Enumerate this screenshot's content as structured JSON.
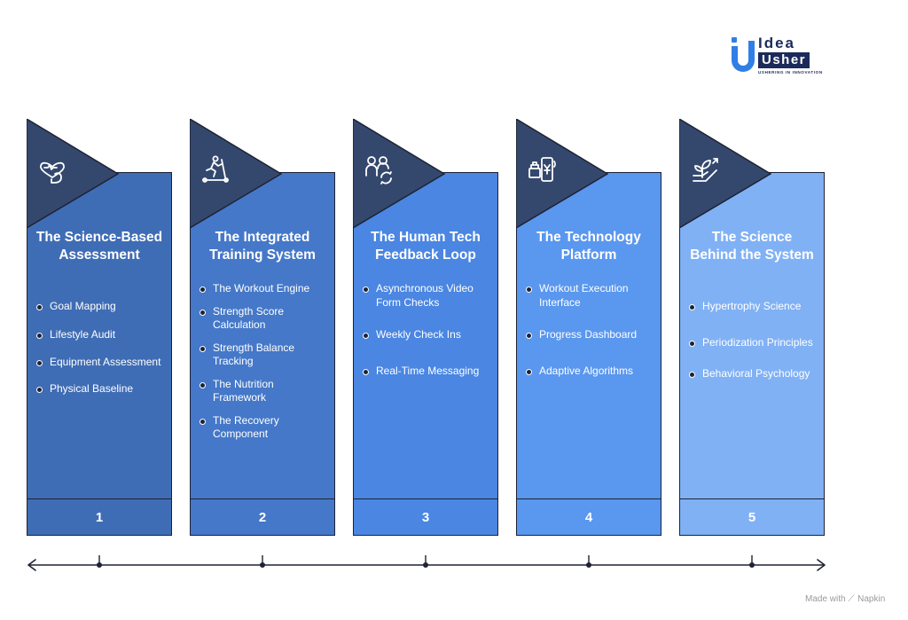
{
  "logo": {
    "top_text": "Idea",
    "bottom_text": "Usher",
    "tagline": "USHERING IN INNOVATION",
    "colors": {
      "navy": "#1b2a5a",
      "accent": "#2f7fe6"
    }
  },
  "cards": [
    {
      "number": "1",
      "title": "The Science-Based Assessment",
      "icon": "heart-flex-icon",
      "color": "#3f6db5",
      "items": [
        "Goal Mapping",
        "Lifestyle Audit",
        "Equipment Assessment",
        "Physical Baseline"
      ]
    },
    {
      "number": "2",
      "title": "The Integrated Training System",
      "icon": "treadmill-icon",
      "color": "#4578c8",
      "items": [
        "The Workout Engine",
        "Strength Score Calculation",
        "Strength Balance Tracking",
        "The Nutrition Framework",
        "The Recovery Component"
      ]
    },
    {
      "number": "3",
      "title": "The Human Tech Feedback Loop",
      "icon": "people-sync-icon",
      "color": "#4a86e2",
      "items": [
        "Asynchronous Video Form Checks",
        "Weekly Check Ins",
        "Real-Time Messaging"
      ]
    },
    {
      "number": "4",
      "title": "The Technology Platform",
      "icon": "phone-payment-icon",
      "color": "#5a97ee",
      "items": [
        "Workout Execution Interface",
        "Progress Dashboard",
        "Adaptive Algorithms"
      ]
    },
    {
      "number": "5",
      "title": "The Science Behind the System",
      "icon": "plant-growth-icon",
      "color": "#80b1f5",
      "items": [
        "Hypertrophy Science",
        "Periodization Principles",
        "Behavioral Psychology"
      ]
    }
  ],
  "footer": {
    "made_with": "Made with",
    "brand": "Napkin"
  },
  "colors": {
    "triangle": "#34486e",
    "outline": "#1e2233"
  }
}
